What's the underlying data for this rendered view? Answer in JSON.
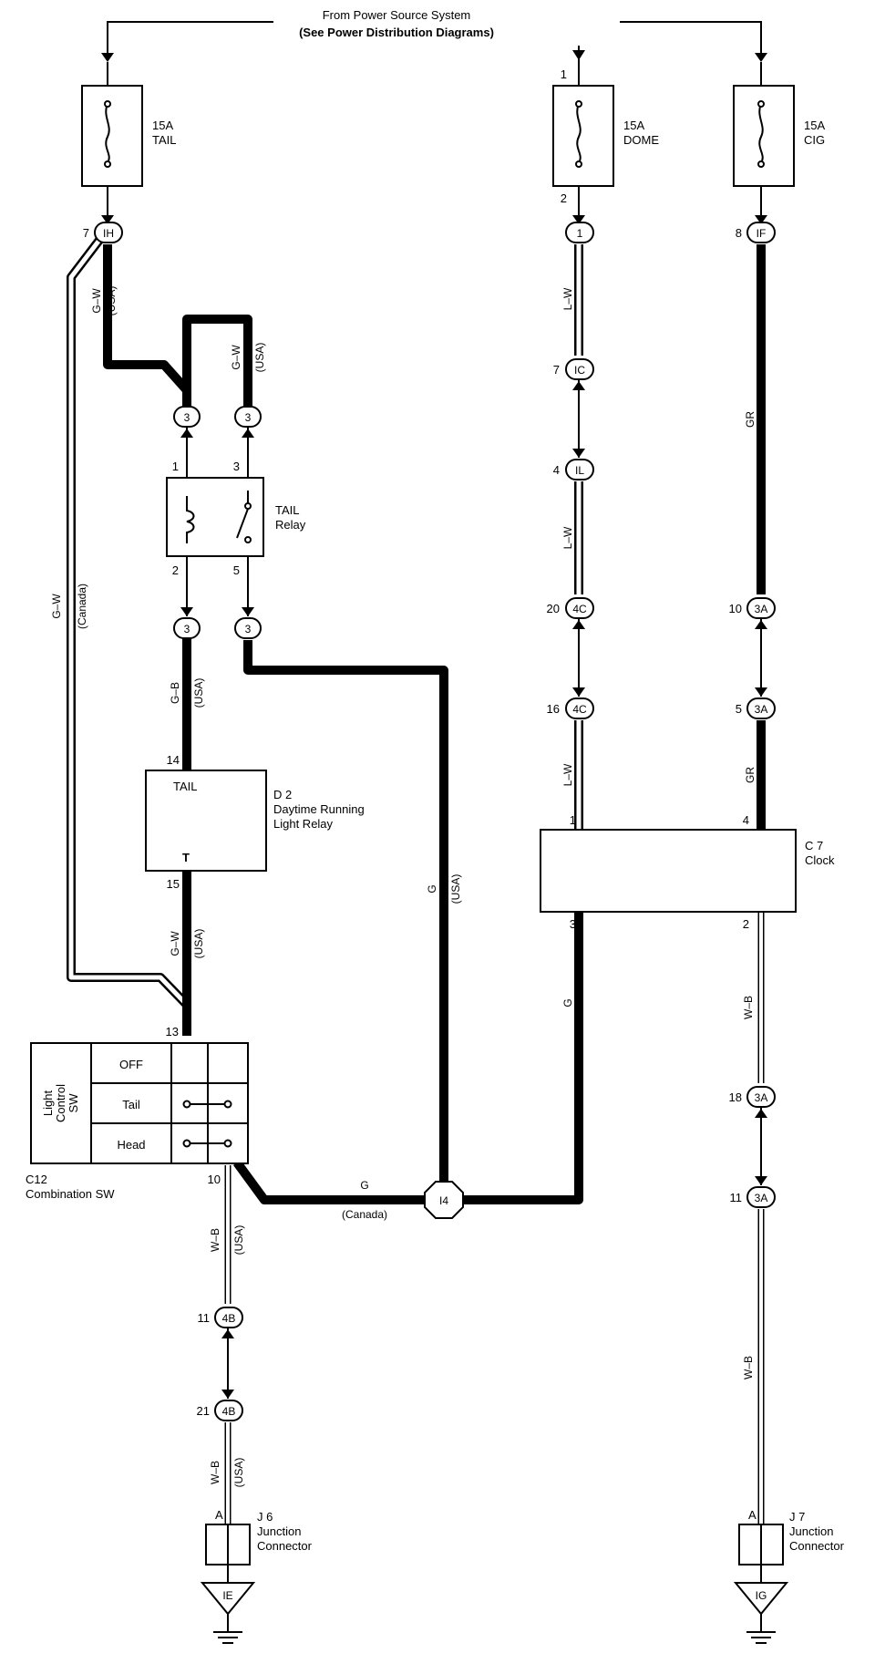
{
  "header": {
    "line1": "From Power Source System",
    "line2": "(See Power Distribution Diagrams)"
  },
  "fuses": {
    "tail": {
      "amp": "15A",
      "name": "TAIL"
    },
    "dome": {
      "amp": "15A",
      "name": "DOME",
      "pin_in": "1",
      "pin_out": "2"
    },
    "cig": {
      "amp": "15A",
      "name": "CIG"
    }
  },
  "connectors": {
    "ih": {
      "code": "IH",
      "pin": "7"
    },
    "one": {
      "code": "1",
      "pin": ""
    },
    "if": {
      "code": "IF",
      "pin": "8"
    },
    "ic": {
      "code": "IC",
      "pin": "7"
    },
    "il": {
      "code": "IL",
      "pin": "4"
    },
    "c4c_a": {
      "code": "4C",
      "pin": "20"
    },
    "c4c_b": {
      "code": "4C",
      "pin": "16"
    },
    "c3a_a": {
      "code": "3A",
      "pin": "10"
    },
    "c3a_b": {
      "code": "3A",
      "pin": "5"
    },
    "c3a_c": {
      "code": "3A",
      "pin": "18"
    },
    "c3a_d": {
      "code": "3A",
      "pin": "11"
    },
    "c4b_a": {
      "code": "4B",
      "pin": "11"
    },
    "c4b_b": {
      "code": "4B",
      "pin": "21"
    },
    "r3_1": {
      "code": "3"
    },
    "r3_2": {
      "code": "3"
    },
    "r3_3": {
      "code": "3"
    },
    "r3_4": {
      "code": "3"
    },
    "i4": {
      "code": "I4"
    }
  },
  "wires": {
    "gw": "G–W",
    "gb": "G–B",
    "g": "G",
    "lw": "L–W",
    "gr": "GR",
    "wb": "W–B",
    "usa": "(USA)",
    "canada": "(Canada)"
  },
  "relay": {
    "line1": "TAIL",
    "line2": "Relay",
    "pin1": "1",
    "pin2": "2",
    "pin3": "3",
    "pin5": "5"
  },
  "drl": {
    "code": "D 2",
    "line1": "Daytime Running",
    "line2": "Light Relay",
    "terminal_top": "TAIL",
    "terminal_bottom": "T",
    "pin_top": "14",
    "pin_bottom": "15"
  },
  "clock": {
    "code": "C 7",
    "name": "Clock",
    "pin1": "1",
    "pin4": "4",
    "pin3": "3",
    "pin2": "2"
  },
  "switch": {
    "title_l1": "Light",
    "title_l2": "Control",
    "title_l3": "SW",
    "rows": [
      "OFF",
      "Tail",
      "Head"
    ],
    "code": "C12",
    "name": "Combination SW",
    "pin_top": "13",
    "pin_bottom": "10"
  },
  "junctions": {
    "j6": {
      "code": "J 6",
      "line1": "Junction",
      "line2": "Connector",
      "pin": "A",
      "ground": "IE"
    },
    "j7": {
      "code": "J 7",
      "line1": "Junction",
      "line2": "Connector",
      "pin": "A",
      "ground": "IG"
    }
  }
}
